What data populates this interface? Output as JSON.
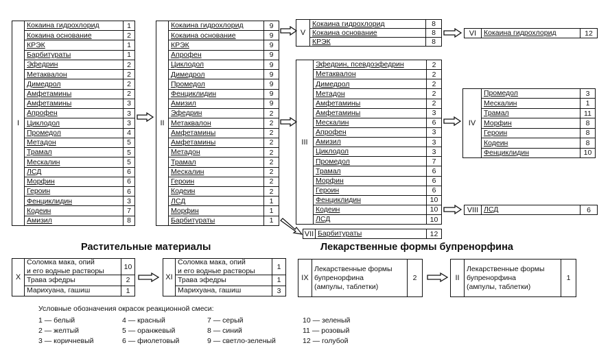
{
  "groups": {
    "g1": {
      "numeral": "I",
      "items": [
        {
          "name": "Кокаина гидрохлорид",
          "code": "1"
        },
        {
          "name": "Кокаина основание",
          "code": "2"
        },
        {
          "name": "КРЭК",
          "code": "1"
        },
        {
          "name": "Барбитураты",
          "code": "1"
        },
        {
          "name": "Эфедрин",
          "code": "2"
        },
        {
          "name": "Метаквалон",
          "code": "2"
        },
        {
          "name": "Димедрол",
          "code": "2"
        },
        {
          "name": "Амфетамины",
          "code": "2"
        },
        {
          "name": "Амфетамины",
          "code": "3"
        },
        {
          "name": "Апрофен",
          "code": "3"
        },
        {
          "name": "Циклодол",
          "code": "3"
        },
        {
          "name": "Промедол",
          "code": "4"
        },
        {
          "name": "Метадон",
          "code": "5"
        },
        {
          "name": "Трамал",
          "code": "5"
        },
        {
          "name": "Мескалин",
          "code": "5"
        },
        {
          "name": "ЛСД",
          "code": "6"
        },
        {
          "name": "Морфин",
          "code": "6"
        },
        {
          "name": "Героин",
          "code": "6"
        },
        {
          "name": "Фенциклидин",
          "code": "3"
        },
        {
          "name": "Кодеин",
          "code": "7"
        },
        {
          "name": "Амизил",
          "code": "8"
        }
      ]
    },
    "g2": {
      "numeral": "II",
      "items": [
        {
          "name": "Кокаина гидрохлорид",
          "code": "9"
        },
        {
          "name": "Кокаина основание",
          "code": "9"
        },
        {
          "name": "КРЭК",
          "code": "9"
        },
        {
          "name": "Апрофен",
          "code": "9"
        },
        {
          "name": "Циклодол",
          "code": "9"
        },
        {
          "name": "Димедрол",
          "code": "9"
        },
        {
          "name": "Промедол",
          "code": "9"
        },
        {
          "name": "Фенциклидин",
          "code": "9"
        },
        {
          "name": "Амизил",
          "code": "9"
        },
        {
          "name": "Эфедрин",
          "code": "2"
        },
        {
          "name": "Метаквалон",
          "code": "2"
        },
        {
          "name": "Амфетамины",
          "code": "2"
        },
        {
          "name": "Амфетамины",
          "code": "2"
        },
        {
          "name": "Метадон",
          "code": "2"
        },
        {
          "name": "Трамал",
          "code": "2"
        },
        {
          "name": "Мескалин",
          "code": "2"
        },
        {
          "name": "Героин",
          "code": "2"
        },
        {
          "name": "Кодеин",
          "code": "2"
        },
        {
          "name": "ЛСД",
          "code": "1"
        },
        {
          "name": "Морфин",
          "code": "1"
        },
        {
          "name": "Барбитураты",
          "code": "1"
        }
      ]
    },
    "g5": {
      "numeral": "V",
      "items": [
        {
          "name": "Кокаина гидрохлорид",
          "code": "8"
        },
        {
          "name": "Кокаина основание",
          "code": "8"
        },
        {
          "name": "КРЭК",
          "code": "8"
        }
      ]
    },
    "g6": {
      "numeral": "VI",
      "items": [
        {
          "name": "Кокаина гидрохлорид",
          "code": "12"
        }
      ]
    },
    "g3": {
      "numeral": "III",
      "items": [
        {
          "name": "Эфедрин, псевдоэфедрин",
          "code": "2"
        },
        {
          "name": "Метаквалон",
          "code": "2"
        },
        {
          "name": "Димедрол",
          "code": "2"
        },
        {
          "name": "Метадон",
          "code": "2"
        },
        {
          "name": "Амфетамины",
          "code": "2"
        },
        {
          "name": "Амфетамины",
          "code": "3"
        },
        {
          "name": "Мескалин",
          "code": "6"
        },
        {
          "name": "Апрофен",
          "code": "3"
        },
        {
          "name": "Амизил",
          "code": "3"
        },
        {
          "name": "Циклодол",
          "code": "3"
        },
        {
          "name": "Промедол",
          "code": "7"
        },
        {
          "name": "Трамал",
          "code": "6"
        },
        {
          "name": "Морфин",
          "code": "6"
        },
        {
          "name": "Героин",
          "code": "6"
        },
        {
          "name": "Фенциклидин",
          "code": "10"
        },
        {
          "name": "Кодеин",
          "code": "10"
        },
        {
          "name": "ЛСД",
          "code": "10"
        }
      ]
    },
    "g4": {
      "numeral": "IV",
      "items": [
        {
          "name": "Промедол",
          "code": "3"
        },
        {
          "name": "Мескалин",
          "code": "1"
        },
        {
          "name": "Трамал",
          "code": "11"
        },
        {
          "name": "Морфин",
          "code": "8"
        },
        {
          "name": "Героин",
          "code": "8"
        },
        {
          "name": "Кодеин",
          "code": "8"
        },
        {
          "name": "Фенциклидин",
          "code": "10"
        }
      ]
    },
    "g8": {
      "numeral": "VIII",
      "items": [
        {
          "name": "ЛСД",
          "code": "6"
        }
      ]
    },
    "g7": {
      "numeral": "VII",
      "items": [
        {
          "name": "Барбитураты",
          "code": "12"
        }
      ]
    },
    "gx": {
      "numeral": "X",
      "items": [
        {
          "name": "Соломка мака, опий\nи его водные растворы",
          "code": "10"
        },
        {
          "name": "Трава эфедры",
          "code": "2"
        },
        {
          "name": "Марихуана, гашиш",
          "code": "1"
        }
      ]
    },
    "gxi": {
      "numeral": "XI",
      "items": [
        {
          "name": "Соломка мака, опий\nи его водные растворы",
          "code": "1"
        },
        {
          "name": "Трава эфедры",
          "code": "1"
        },
        {
          "name": "Марихуана, гашиш",
          "code": "3"
        }
      ]
    },
    "gix": {
      "numeral": "IX",
      "items": [
        {
          "name": "Лекарственные формы\nбупренорфина\n(ампулы, таблетки)",
          "code": "2"
        }
      ]
    },
    "gii": {
      "numeral": "II",
      "items": [
        {
          "name": "Лекарственные формы\nбупренорфина\n(ампулы, таблетки)",
          "code": "1"
        }
      ]
    }
  },
  "headings": {
    "plant": "Растительные материалы",
    "bupre": "Лекарственные формы бупренорфина"
  },
  "legend": {
    "title": "Условные обозначения окрасок реакционной смеси:",
    "columns": [
      [
        "1 — белый",
        "2 — желтый",
        "3 — коричневый"
      ],
      [
        "4 — красный",
        "5 — оранжевый",
        "6 — фиолетовый"
      ],
      [
        "7 — серый",
        "8 — синий",
        "9 — светло-зеленый"
      ],
      [
        "10 — зеленый",
        "11 — розовый",
        "12 — голубой"
      ]
    ]
  }
}
